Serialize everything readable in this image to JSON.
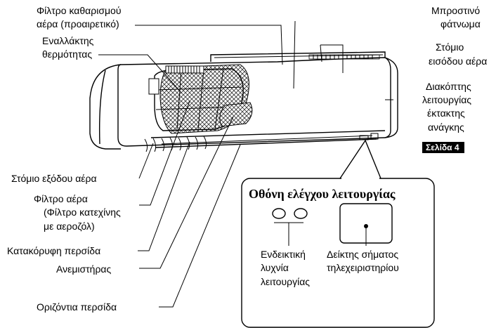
{
  "labels": {
    "air_cleaning_filter": [
      "Φίλτρο καθαρισμού",
      "αέρα (προαιρετικό)"
    ],
    "heat_exchanger": [
      "Εναλλάκτης",
      "θερμότητας"
    ],
    "front_panel": [
      "Μπροστινό",
      "φάτνωμα"
    ],
    "air_inlet": [
      "Στόμιο",
      "εισόδου αέρα"
    ],
    "emergency_switch": [
      "Διακόπτης",
      "λειτουργίας",
      "έκτακτης",
      "ανάγκης"
    ],
    "page_ref": "Σελίδα 4",
    "air_outlet": "Στόμιο εξόδου αέρα",
    "air_filter": [
      "Φίλτρο αέρα",
      "(Φίλτρο κατεχίνης",
      "με αεροζόλ)"
    ],
    "vertical_louver": "Κατακόρυφη περσίδα",
    "fan": "Ανεμιστήρας",
    "horizontal_louver": "Οριζόντια περσίδα"
  },
  "display_panel": {
    "title": "Οθόνη ελέγχου λειτουργίας",
    "operation_lamp": [
      "Ενδεικτική",
      "λυχνία",
      "λειτουργίας"
    ],
    "remote_signal": [
      "Δείκτης σήματος",
      "τηλεχειριστηρίου"
    ]
  },
  "colors": {
    "page_ref_bg": "#000000",
    "line": "#000000",
    "background": "#ffffff"
  }
}
